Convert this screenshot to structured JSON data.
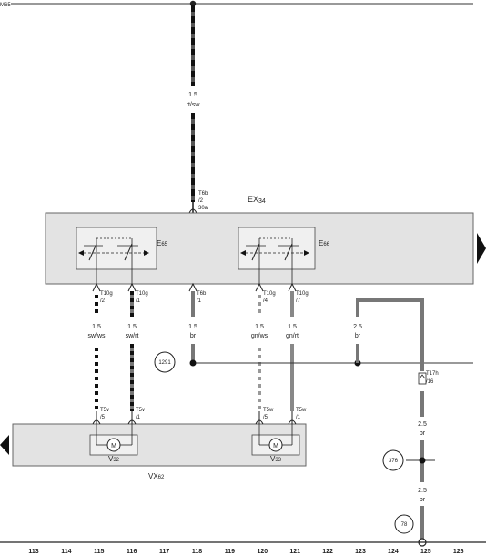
{
  "top_label": "M65",
  "wires": [
    {
      "cs": "1.5",
      "color": "rt/sw"
    },
    {
      "cs": "1.5",
      "color": "sw/ws"
    },
    {
      "cs": "1.5",
      "color": "sw/rt"
    },
    {
      "cs": "1.5",
      "color": "br"
    },
    {
      "cs": "1.5",
      "color": "gn/ws"
    },
    {
      "cs": "1.5",
      "color": "gn/rt"
    },
    {
      "cs": "2.5",
      "color": "br"
    },
    {
      "cs": "2.5",
      "color": "br"
    },
    {
      "cs": "2.5",
      "color": "br"
    }
  ],
  "connectors": {
    "t6b_2": [
      "T6b",
      "/2",
      "30a"
    ],
    "t10g_2": [
      "T10g",
      "/2"
    ],
    "t10g_1": [
      "T10g",
      "/1"
    ],
    "t6b_1": [
      "T6b",
      "/1"
    ],
    "t10g_4": [
      "T10g",
      "/4"
    ],
    "t10g_7": [
      "T10g",
      "/7"
    ],
    "t5v_5": [
      "T5v",
      "/5"
    ],
    "t5v_1": [
      "T5v",
      "/1"
    ],
    "t5w_5": [
      "T5w",
      "/5"
    ],
    "t5w_1": [
      "T5w",
      "/1"
    ],
    "t17h_16": [
      "T17h",
      "/16"
    ]
  },
  "components": {
    "ex34": {
      "main": "EX",
      "sub": "34"
    },
    "e65": {
      "main": "E",
      "sub": "65"
    },
    "e66": {
      "main": "E",
      "sub": "66"
    },
    "vx62": {
      "main": "VX",
      "sub": "62"
    },
    "v32": {
      "main": "V",
      "sub": "32"
    },
    "v33": {
      "main": "V",
      "sub": "33"
    },
    "motor_symbol": "M"
  },
  "references": [
    "1291",
    "376",
    "78"
  ],
  "grid": [
    "113",
    "114",
    "115",
    "116",
    "117",
    "118",
    "119",
    "120",
    "121",
    "122",
    "123",
    "124",
    "125",
    "126"
  ]
}
